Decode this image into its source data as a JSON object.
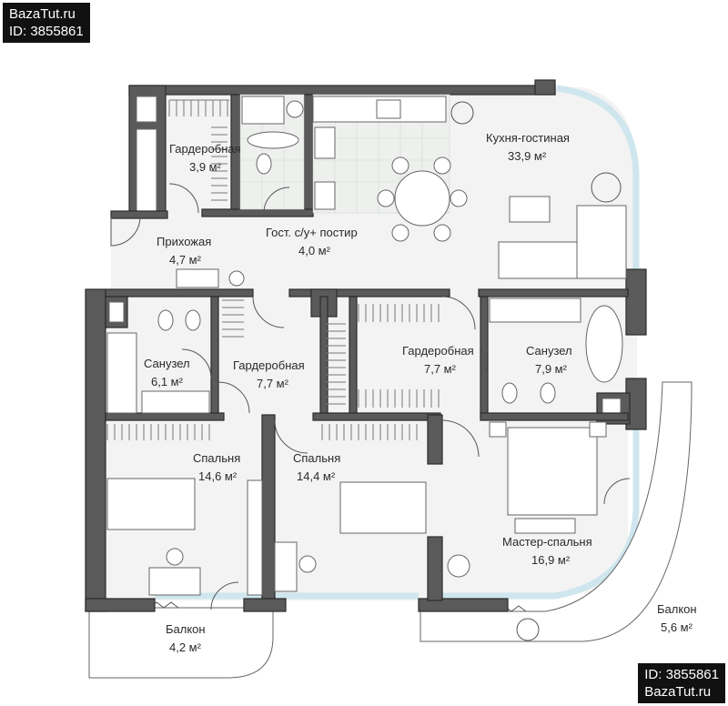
{
  "watermark": {
    "top": {
      "site": "BazaTut.ru",
      "id": "ID: 3855861"
    },
    "bottom": {
      "id": "ID: 3855861",
      "site": "BazaTut.ru"
    }
  },
  "rooms": [
    {
      "key": "wardrobe_1",
      "name": "Гардеробная",
      "area": "3,9 м²"
    },
    {
      "key": "kitchen",
      "name": "Кухня-гостиная",
      "area": "33,9 м²"
    },
    {
      "key": "hall",
      "name": "Прихожая",
      "area": "4,7 м²"
    },
    {
      "key": "guest_wc",
      "name": "Гост. с/у+ постир",
      "area": "4,0 м²"
    },
    {
      "key": "bath_1",
      "name": "Санузел",
      "area": "6,1 м²"
    },
    {
      "key": "wardrobe_2",
      "name": "Гардеробная",
      "area": "7,7 м²"
    },
    {
      "key": "wardrobe_3",
      "name": "Гардеробная",
      "area": "7,7 м²"
    },
    {
      "key": "bath_2",
      "name": "Санузел",
      "area": "7,9 м²"
    },
    {
      "key": "bedroom_1",
      "name": "Спальня",
      "area": "14,6 м²"
    },
    {
      "key": "bedroom_2",
      "name": "Спальня",
      "area": "14,4 м²"
    },
    {
      "key": "master",
      "name": "Мастер-спальня",
      "area": "16,9 м²"
    },
    {
      "key": "balcony_1",
      "name": "Балкон",
      "area": "4,2 м²"
    },
    {
      "key": "balcony_2",
      "name": "Балкон",
      "area": "5,6 м²"
    }
  ],
  "colors": {
    "wall": "#5a5a5a",
    "floor": "#f2f3f2",
    "glass": "#cfe6ee",
    "watermark_bg": "#111111"
  }
}
